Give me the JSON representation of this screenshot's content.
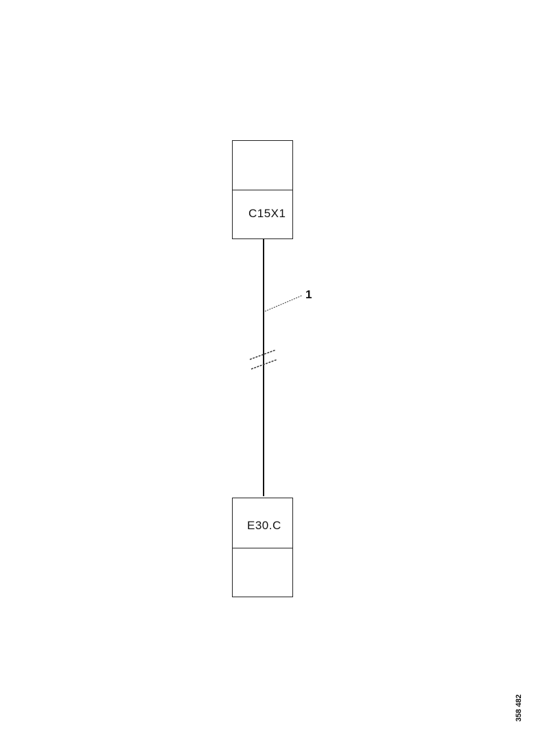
{
  "top_component": {
    "icon": "connector-cable-icon",
    "code": "C15X1"
  },
  "bottom_component": {
    "code": "E30.C",
    "icon": "connector-cable-icon"
  },
  "wire": {
    "callout": "1"
  },
  "figure_id": "358 482"
}
